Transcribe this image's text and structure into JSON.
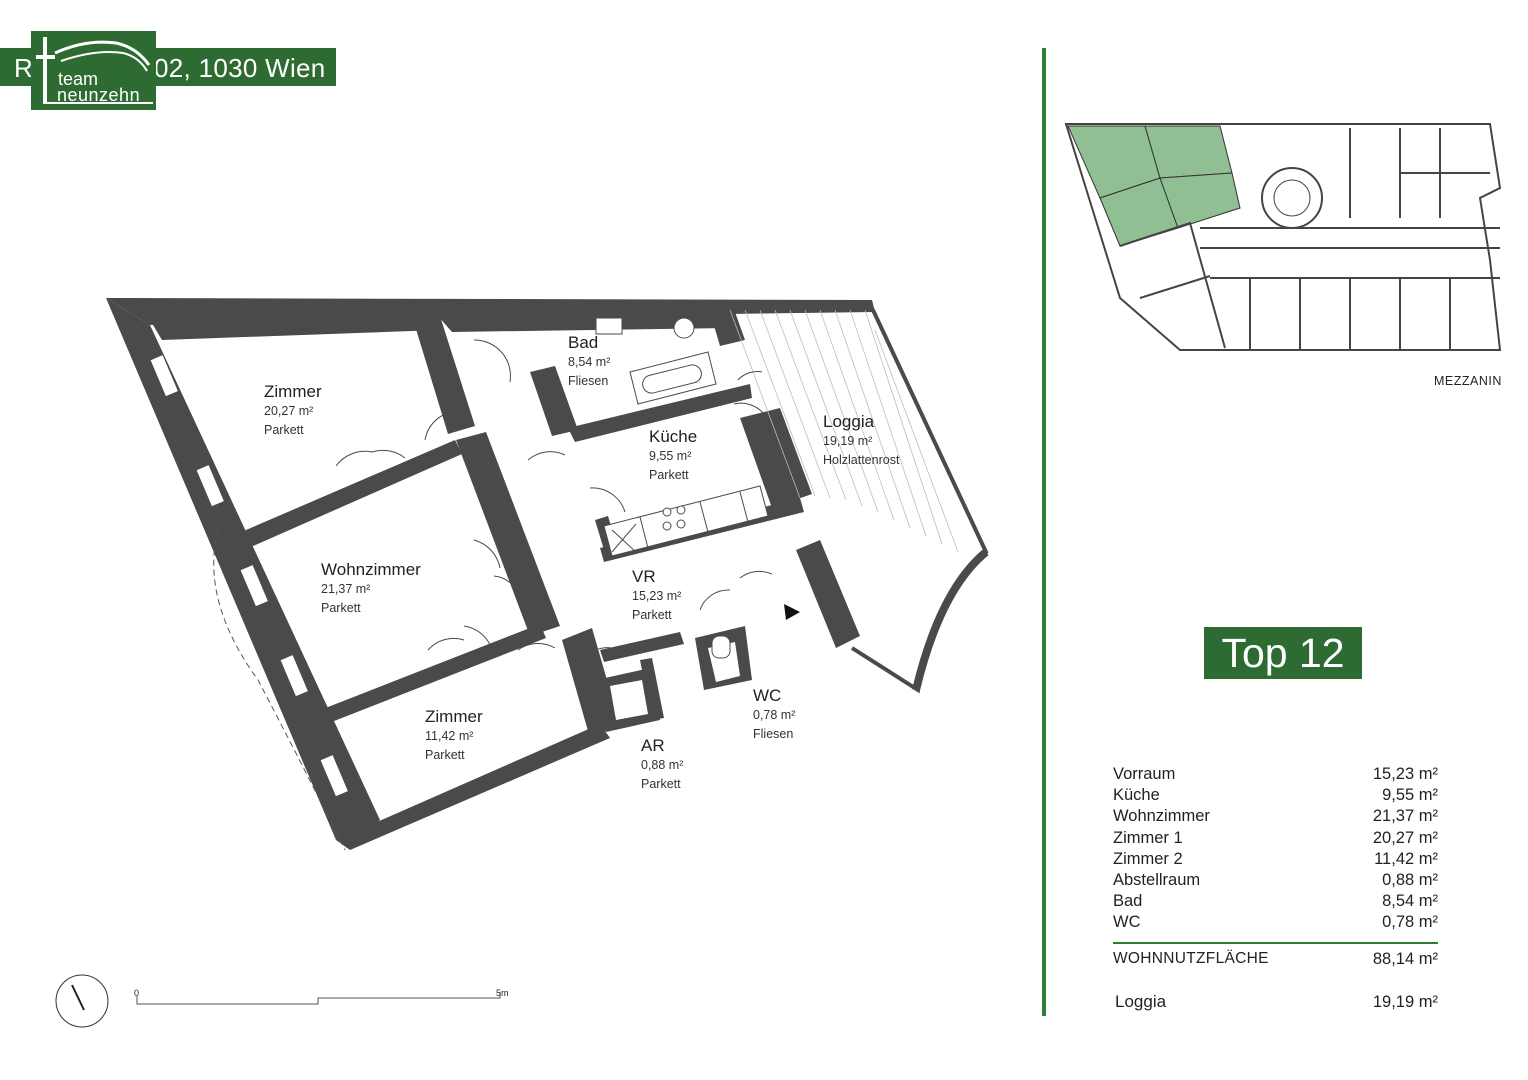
{
  "header": {
    "address_left": "R",
    "address_right": "02, 1030 Wien",
    "logo_line1": "team",
    "logo_line2": "neunzehn"
  },
  "rooms": [
    {
      "key": "zimmer1",
      "name": "Zimmer",
      "area": "20,27 m²",
      "floor": "Parkett"
    },
    {
      "key": "wohnzimmer",
      "name": "Wohnzimmer",
      "area": "21,37 m²",
      "floor": "Parkett"
    },
    {
      "key": "zimmer2",
      "name": "Zimmer",
      "area": "11,42 m²",
      "floor": "Parkett"
    },
    {
      "key": "bad",
      "name": "Bad",
      "area": "8,54 m²",
      "floor": "Fliesen"
    },
    {
      "key": "kueche",
      "name": "Küche",
      "area": "9,55 m²",
      "floor": "Parkett"
    },
    {
      "key": "vr",
      "name": "VR",
      "area": "15,23 m²",
      "floor": "Parkett"
    },
    {
      "key": "ar",
      "name": "AR",
      "area": "0,88 m²",
      "floor": "Parkett"
    },
    {
      "key": "wc",
      "name": "WC",
      "area": "0,78 m²",
      "floor": "Fliesen"
    },
    {
      "key": "loggia",
      "name": "Loggia",
      "area": "19,19 m²",
      "floor": "Holzlattenrost"
    }
  ],
  "scale": {
    "start": "0",
    "end": "5m"
  },
  "keyplan": {
    "label": "MEZZANIN"
  },
  "unit": {
    "title": "Top 12"
  },
  "summary": {
    "rows": [
      {
        "label": "Vorraum",
        "value": "15,23 m²"
      },
      {
        "label": "Küche",
        "value": "9,55 m²"
      },
      {
        "label": "Wohnzimmer",
        "value": "21,37 m²"
      },
      {
        "label": "Zimmer 1",
        "value": "20,27 m²"
      },
      {
        "label": "Zimmer 2",
        "value": "11,42 m²"
      },
      {
        "label": "Abstellraum",
        "value": "0,88 m²"
      },
      {
        "label": "Bad",
        "value": "8,54 m²"
      },
      {
        "label": "WC",
        "value": "0,78 m²"
      }
    ],
    "total_label": "WOHNNUTZFLÄCHE",
    "total_value": "88,14 m²",
    "loggia_label": "Loggia",
    "loggia_value": "19,19 m²"
  },
  "colors": {
    "brand": "#2e6b32",
    "wall": "#4a4a4a",
    "highlight": "#8fbf92"
  }
}
